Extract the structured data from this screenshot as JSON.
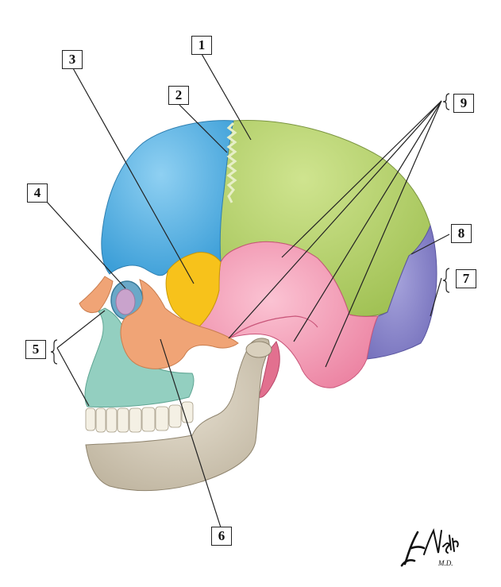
{
  "labels": {
    "l1": "1",
    "l2": "2",
    "l3": "3",
    "l4": "4",
    "l5": "5",
    "l6": "6",
    "l7": "7",
    "l8": "8",
    "l9": "9"
  },
  "signature": "F. Netter M.D.",
  "colors": {
    "frontal": "#5fb6e6",
    "parietal": "#b6d26a",
    "temporal": "#f29bb5",
    "occipital": "#8a86cc",
    "sphenoid": "#f7c21b",
    "zygomatic": "#f0a476",
    "maxilla": "#93cfc0",
    "mandible": "#cfc6b4",
    "lacrimal": "#c9a3cc"
  }
}
